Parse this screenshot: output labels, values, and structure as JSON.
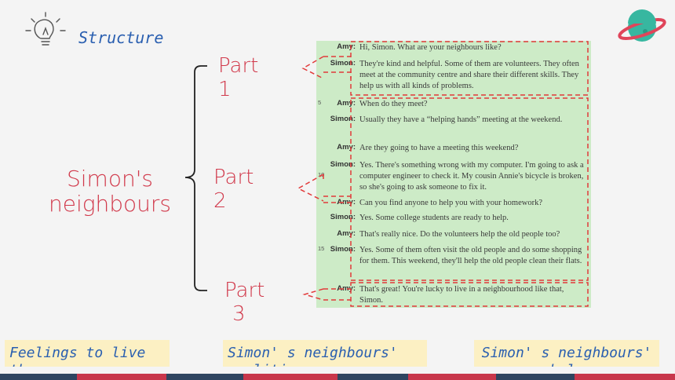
{
  "header": {
    "title": "Structure",
    "icon": "lightbulb-icon",
    "decoration": "planet-icon"
  },
  "labels": {
    "center_line1": "Simon's",
    "center_line2": "neighbours",
    "part1_word": "Part",
    "part1_num": "1",
    "part2_word": "Part",
    "part2_num": "2",
    "part3_word": "Part",
    "part3_num": "3"
  },
  "dialogue": [
    {
      "line": "",
      "speaker": "Amy:",
      "text": "Hi, Simon. What are your neighbours like?"
    },
    {
      "line": "",
      "speaker": "Simon:",
      "text": "They're kind and helpful. Some of them are volunteers. They often meet at the community centre and share their different skills. They help us with all kinds of problems."
    },
    {
      "line": "5",
      "speaker": "Amy:",
      "text": "When do they meet?"
    },
    {
      "line": "",
      "speaker": "Simon:",
      "text": "Usually they have a “helping hands” meeting at the weekend."
    },
    {
      "line": "",
      "speaker": "Amy:",
      "text": "Are they going to have a meeting this weekend?"
    },
    {
      "line": "10",
      "speaker": "Simon:",
      "text": "Yes. There's something wrong with my computer. I'm going to ask a computer engineer to check it. My cousin Annie's bicycle is broken, so she's going to ask someone to fix it."
    },
    {
      "line": "",
      "speaker": "Amy:",
      "text": "Can you find anyone to help you with your homework?"
    },
    {
      "line": "",
      "speaker": "Simon:",
      "text": "Yes. Some college students are ready to help."
    },
    {
      "line": "",
      "speaker": "Amy:",
      "text": "That's really nice. Do the volunteers help the old people too?"
    },
    {
      "line": "15",
      "speaker": "Simon:",
      "text": "Yes. Some of them often visit the old people and do some shopping for them. This weekend, they'll help the old people clean their flats."
    },
    {
      "line": "",
      "speaker": "Amy:",
      "text": "That's great! You're lucky to live in a neighbourhood like that, Simon."
    }
  ],
  "captions": {
    "c1": "Feelings to live there",
    "c2": "Simon' s neighbours' qualities",
    "c3": "Simon' s neighbours' help"
  },
  "colors": {
    "accent_red": "#d1394b",
    "accent_blue": "#2a5fb0",
    "panel_green": "#cdebc7",
    "caption_bg": "#fcf0c3",
    "bar_red": "#c8374b",
    "bar_navy": "#2f4560"
  }
}
